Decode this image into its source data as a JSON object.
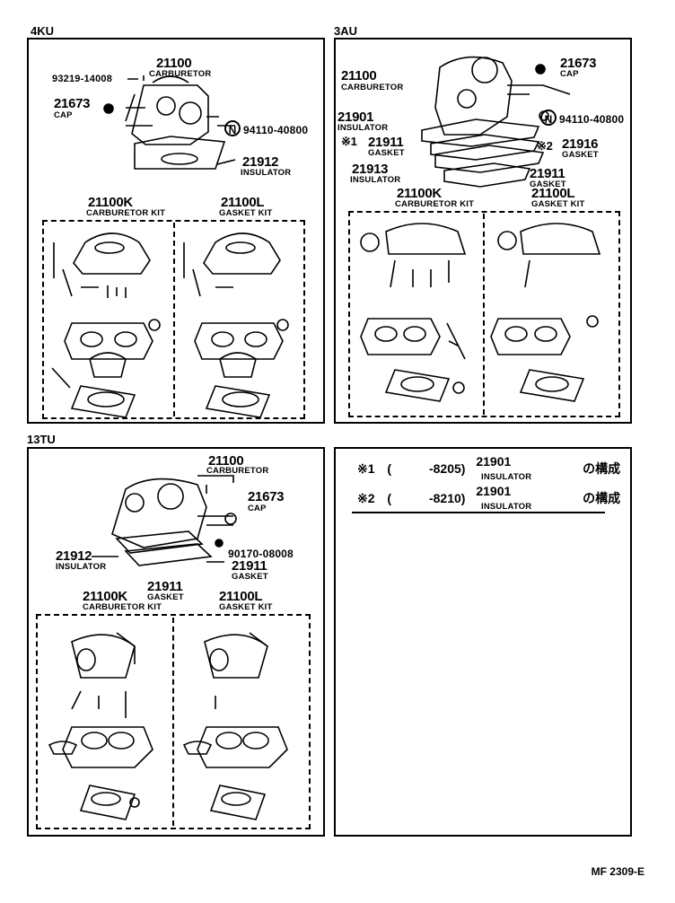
{
  "panels": {
    "p4ku": {
      "label": "4KU",
      "carb_no": "21100",
      "carb_name": "CARBURETOR",
      "bolt": "93219-14008",
      "cap_no": "21673",
      "cap_name": "CAP",
      "nut_mark": "N",
      "nut": "94110-40800",
      "ins_no": "21912",
      "ins_name": "INSULATOR",
      "kitk_no": "21100K",
      "kitk_name": "CARBURETOR KIT",
      "kitl_no": "21100L",
      "kitl_name": "GASKET KIT"
    },
    "p3au": {
      "label": "3AU",
      "carb_no": "21100",
      "carb_name": "CARBURETOR",
      "cap_no": "21673",
      "cap_name": "CAP",
      "nut_mark": "N",
      "nut": "94110-40800",
      "ins1_no": "21901",
      "ins1_name": "INSULATOR",
      "g1_mark": "※1",
      "g1_no": "21911",
      "g1_name": "GASKET",
      "g2_mark": "※2",
      "g2_no": "21916",
      "g2_name": "GASKET",
      "ins2_no": "21913",
      "ins2_name": "INSULATOR",
      "g3_no": "21911",
      "g3_name": "GASKET",
      "kitk_no": "21100K",
      "kitk_name": "CARBURETOR KIT",
      "kitl_no": "21100L",
      "kitl_name": "GASKET KIT"
    },
    "p13tu": {
      "label": "13TU",
      "carb_no": "21100",
      "carb_name": "CARBURETOR",
      "cap_no": "21673",
      "cap_name": "CAP",
      "ins_no": "21912",
      "ins_name": "INSULATOR",
      "bolt": "90170-08008",
      "g_no": "21911",
      "g_name": "GASKET",
      "kitk_no": "21100K",
      "kitk_name": "CARBURETOR KIT",
      "kitk_gno": "21911",
      "kitk_gname": "GASKET",
      "kitl_no": "21100L",
      "kitl_name": "GASKET KIT"
    }
  },
  "notes": [
    {
      "mark": "※1",
      "paren_open": "(",
      "range": "-8205)",
      "part_no": "21901",
      "part_name": "INSULATOR",
      "suffix": "の構成"
    },
    {
      "mark": "※2",
      "paren_open": "(",
      "range": "-8210)",
      "part_no": "21901",
      "part_name": "INSULATOR",
      "suffix": "の構成"
    }
  ],
  "footer": "MF 2309-E"
}
